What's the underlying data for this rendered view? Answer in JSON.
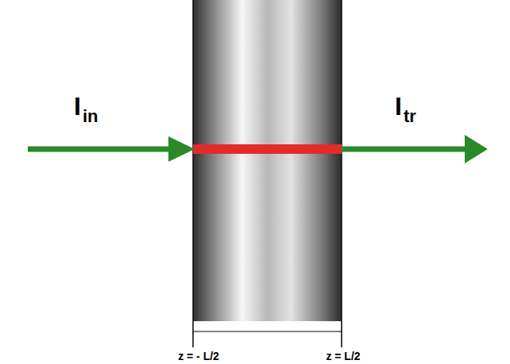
{
  "diagram": {
    "labels": [
      "I",
      "in",
      "I",
      "tr",
      "z = - L/2",
      "z = L/2"
    ]
  }
}
